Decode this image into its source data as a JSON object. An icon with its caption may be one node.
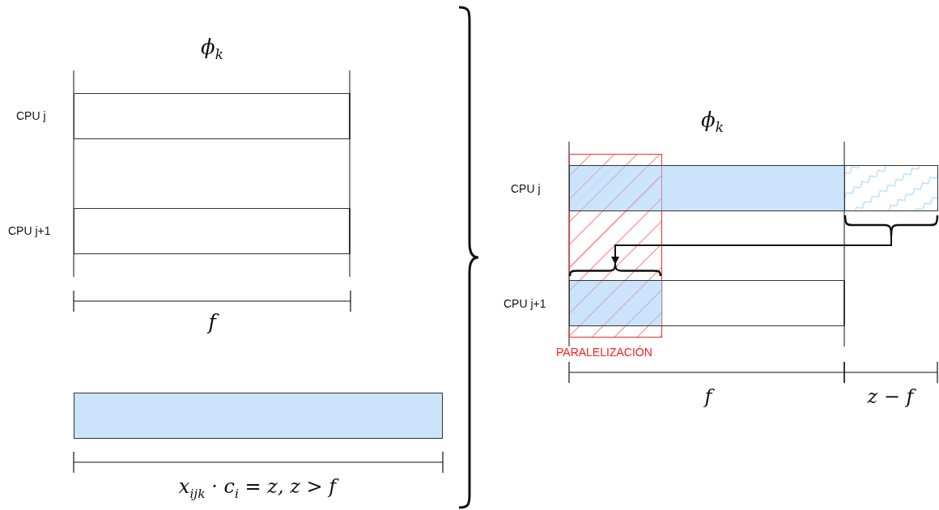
{
  "diagram": {
    "nodes": [
      {
        "text": [],
        "shape": "box",
        "beside": [
          "CPU j"
        ]
      },
      {
        "text": [],
        "shape": "box",
        "beside": [
          "CPU j+1"
        ]
      },
      {
        "text": [],
        "shape": "bar"
      },
      {
        "text": [
          "PARALELIZACIÓN"
        ]
      },
      {
        "text": [],
        "shape": "bar",
        "beside": [
          "CPU j"
        ]
      },
      {
        "text": [],
        "shape": "box"
      },
      {
        "text": [],
        "shape": "bracket"
      },
      {
        "text": [],
        "shape": "bracket",
        "in": 3
      },
      {
        "text": [],
        "shape": "box",
        "beside": [
          "CPU j+1"
        ]
      }
    ],
    "edges": [
      {
        "from": 6,
        "to": 7,
        "arrow": "to"
      }
    ],
    "labels": [
      "ϕ$_{k}$",
      "f",
      "x$_{ijk}$ · c$_{i}$ = z, z > f",
      "ϕ$_{k}$",
      "f",
      "z − f"
    ]
  }
}
